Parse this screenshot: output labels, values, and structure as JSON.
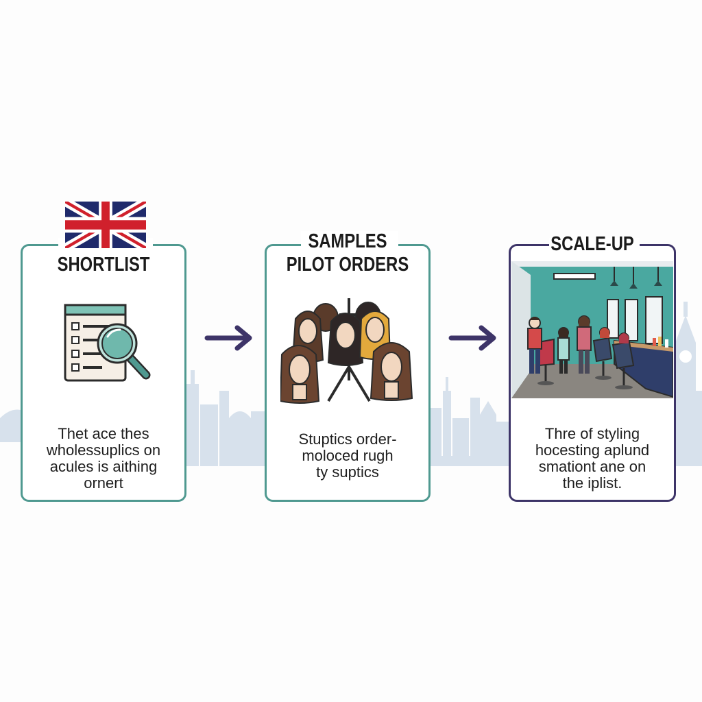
{
  "steps": [
    {
      "title_lines": [
        "SHORTLIST"
      ],
      "body_lines": [
        "Thet ace thes",
        "wholessuplics on",
        "acules is aithing",
        "ornert"
      ],
      "accent": "#4f9990",
      "icon": "checklist-magnifier-icon"
    },
    {
      "title_lines": [
        "SAMPLES",
        "PILOT ORDERS"
      ],
      "body_lines": [
        "Stuptics order-",
        "moloced rugh",
        "ty suptics"
      ],
      "accent": "#4f9990",
      "icon": "wig-mannequins-illustration"
    },
    {
      "title_lines": [
        "SCALE-UP"
      ],
      "body_lines": [
        "Thre of styling",
        "hocesting aplund",
        "smationt ane on",
        "the iplist."
      ],
      "accent": "#3d3468",
      "icon": "hair-salon-illustration"
    }
  ],
  "colors": {
    "teal": "#4f9990",
    "purple": "#3d3468",
    "arrow": "#3d3468",
    "skyline": "#d7e1ec",
    "flag_blue": "#1f2a6b",
    "flag_red": "#d0202c"
  },
  "decorations": {
    "flag": "uk-flag-icon",
    "background": "london-skyline-silhouette"
  }
}
